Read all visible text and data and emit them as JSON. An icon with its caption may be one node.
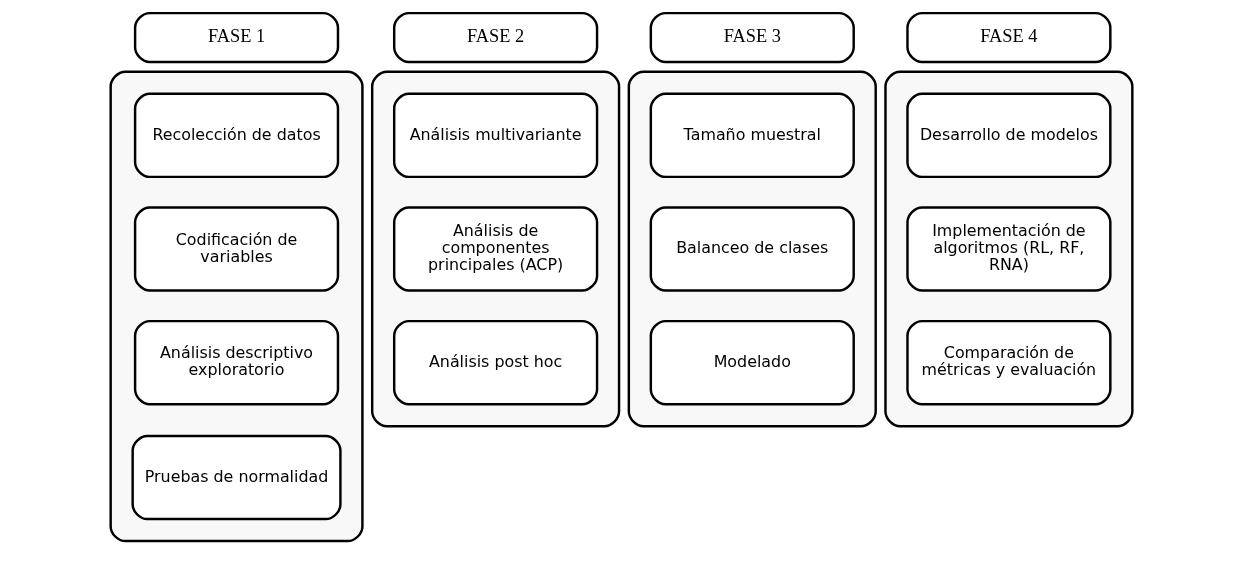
{
  "diagram": {
    "nodes": [
      {
        "text": [
          "FASE 1"
        ]
      },
      {
        "text": [
          "FASE 2"
        ]
      },
      {
        "text": [
          "FASE 3"
        ]
      },
      {
        "text": [
          "FASE 4"
        ]
      },
      {
        "text": [],
        "shape": "box"
      },
      {
        "text": [
          "Recolección de datos"
        ],
        "in": 4
      },
      {
        "text": [
          "Codificación de variables"
        ],
        "in": 4
      },
      {
        "text": [
          "Análisis descriptivo exploratorio"
        ],
        "in": 4
      },
      {
        "text": [
          "Pruebas de normalidad"
        ],
        "in": 4
      },
      {
        "text": [],
        "shape": "box"
      },
      {
        "text": [
          "Análisis multivariante"
        ],
        "in": 9
      },
      {
        "text": [
          "Análisis de componentes principales (ACP)"
        ],
        "in": 9
      },
      {
        "text": [
          "Análisis post hoc"
        ],
        "in": 9
      },
      {
        "text": [],
        "shape": "box"
      },
      {
        "text": [
          "Tamaño muestral"
        ],
        "in": 13
      },
      {
        "text": [
          "Balanceo de clases"
        ],
        "in": 13
      },
      {
        "text": [
          "Modelado"
        ],
        "in": 13
      },
      {
        "text": [],
        "shape": "box"
      },
      {
        "text": [
          "Desarrollo de modelos"
        ],
        "in": 17
      },
      {
        "text": [
          "Implementación de algoritmos (RL, RF, RNA)"
        ],
        "in": 17
      },
      {
        "text": [
          "Comparación de métricas y evaluación"
        ],
        "in": 17
      }
    ],
    "edges": []
  }
}
